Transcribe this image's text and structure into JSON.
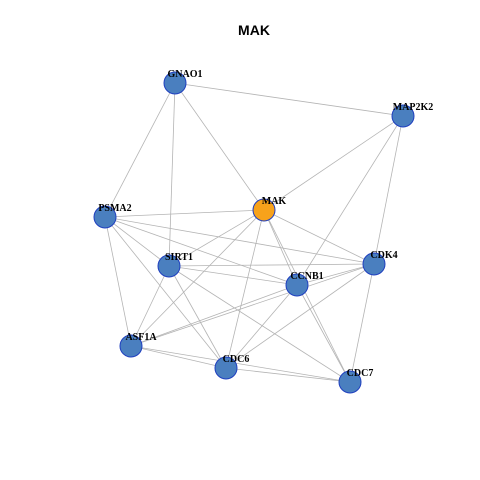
{
  "title": "MAK",
  "colors": {
    "node_default": "#4a7fbf",
    "node_center": "#f7a21b",
    "node_border": "#1f3fbf",
    "edge": "#b4b4b4"
  },
  "nodes": [
    {
      "id": "GNAO1",
      "label": "GNAO1",
      "center": false
    },
    {
      "id": "MAP2K2",
      "label": "MAP2K2",
      "center": false
    },
    {
      "id": "MAK",
      "label": "MAK",
      "center": true
    },
    {
      "id": "PSMA2",
      "label": "PSMA2",
      "center": false
    },
    {
      "id": "SIRT1",
      "label": "SIRT1",
      "center": false
    },
    {
      "id": "CDK4",
      "label": "CDK4",
      "center": false
    },
    {
      "id": "CCNB1",
      "label": "CCNB1",
      "center": false
    },
    {
      "id": "ASF1A",
      "label": "ASF1A",
      "center": false
    },
    {
      "id": "CDC6",
      "label": "CDC6",
      "center": false
    },
    {
      "id": "CDC7",
      "label": "CDC7",
      "center": false
    }
  ],
  "edges": [
    [
      "GNAO1",
      "MAP2K2"
    ],
    [
      "GNAO1",
      "MAK"
    ],
    [
      "GNAO1",
      "PSMA2"
    ],
    [
      "GNAO1",
      "SIRT1"
    ],
    [
      "MAP2K2",
      "MAK"
    ],
    [
      "MAP2K2",
      "CCNB1"
    ],
    [
      "MAP2K2",
      "CDK4"
    ],
    [
      "MAK",
      "PSMA2"
    ],
    [
      "MAK",
      "SIRT1"
    ],
    [
      "MAK",
      "CDK4"
    ],
    [
      "MAK",
      "CCNB1"
    ],
    [
      "MAK",
      "ASF1A"
    ],
    [
      "MAK",
      "CDC6"
    ],
    [
      "MAK",
      "CDC7"
    ],
    [
      "PSMA2",
      "SIRT1"
    ],
    [
      "PSMA2",
      "CDK4"
    ],
    [
      "PSMA2",
      "CCNB1"
    ],
    [
      "PSMA2",
      "ASF1A"
    ],
    [
      "PSMA2",
      "CDC6"
    ],
    [
      "SIRT1",
      "CDK4"
    ],
    [
      "SIRT1",
      "CCNB1"
    ],
    [
      "SIRT1",
      "ASF1A"
    ],
    [
      "SIRT1",
      "CDC6"
    ],
    [
      "SIRT1",
      "CDC7"
    ],
    [
      "CDK4",
      "CCNB1"
    ],
    [
      "CDK4",
      "ASF1A"
    ],
    [
      "CDK4",
      "CDC6"
    ],
    [
      "CDK4",
      "CDC7"
    ],
    [
      "CCNB1",
      "ASF1A"
    ],
    [
      "CCNB1",
      "CDC6"
    ],
    [
      "CCNB1",
      "CDC7"
    ],
    [
      "ASF1A",
      "CDC6"
    ],
    [
      "ASF1A",
      "CDC7"
    ],
    [
      "CDC6",
      "CDC7"
    ]
  ]
}
